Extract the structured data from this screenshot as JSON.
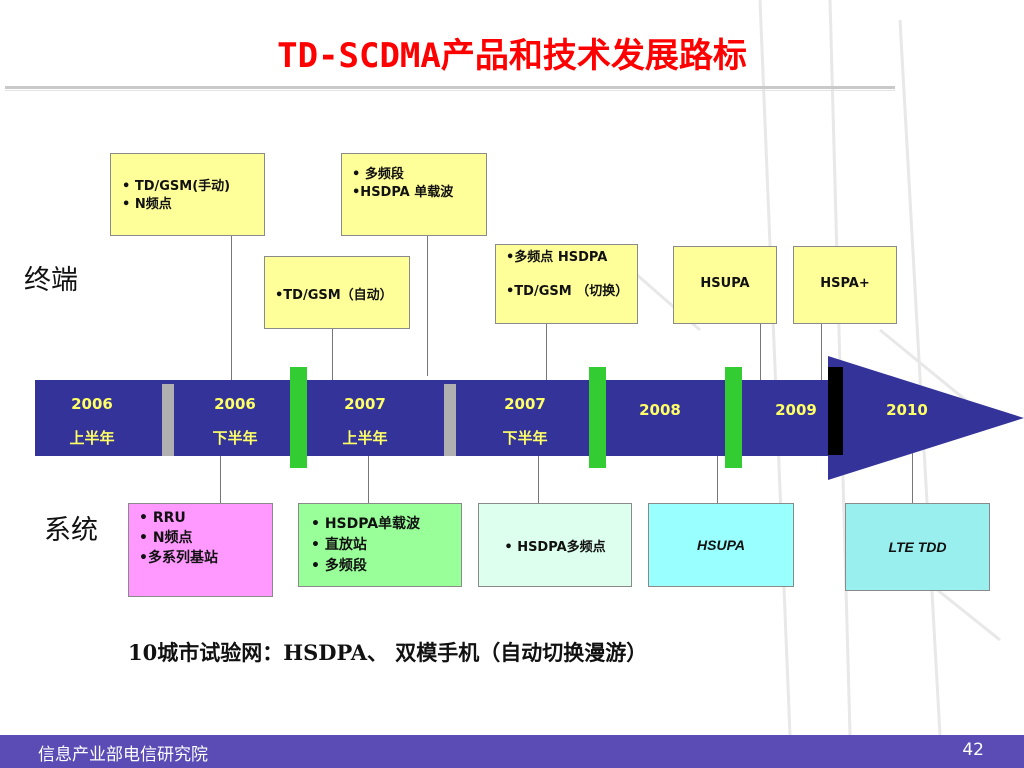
{
  "title": "TD-SCDMA产品和技术发展路标",
  "colors": {
    "title": "#ff0000",
    "bar": "#333399",
    "year_text": "#ffff66",
    "yellow_box": "#ffff99",
    "separator_gray": "#b0b0b0",
    "separator_green": "#33cc33",
    "separator_black": "#000000",
    "footer": "#5a4cb4"
  },
  "row_labels": {
    "terminal": "终端",
    "system": "系统"
  },
  "timeline": {
    "periods": [
      {
        "year": "2006",
        "half": "上半年"
      },
      {
        "year": "2006",
        "half": "下半年"
      },
      {
        "year": "2007",
        "half": "上半年"
      },
      {
        "year": "2007",
        "half": "下半年"
      },
      {
        "year": "2008",
        "half": ""
      },
      {
        "year": "2009",
        "half": ""
      },
      {
        "year": "2010",
        "half": ""
      }
    ]
  },
  "terminal_boxes": [
    {
      "items": [
        "• TD/GSM(手动)",
        "• N频点"
      ]
    },
    {
      "items": [
        "•TD/GSM（自动）"
      ]
    },
    {
      "items": [
        "• 多频段",
        "•HSDPA 单载波"
      ]
    },
    {
      "items": [
        "•多频点 HSDPA",
        "•TD/GSM （切换）"
      ]
    },
    {
      "items": [
        "HSUPA"
      ]
    },
    {
      "items": [
        "HSPA+"
      ]
    }
  ],
  "system_boxes": [
    {
      "items": [
        "• RRU",
        "• N频点",
        "•多系列基站"
      ],
      "color": "#ff99ff"
    },
    {
      "items": [
        "• HSDPA单载波",
        "•  直放站",
        "• 多频段"
      ],
      "color": "#99ff99"
    },
    {
      "items": [
        "• HSDPA多频点"
      ],
      "color": "#ddffee"
    },
    {
      "items": [
        "HSUPA"
      ],
      "color": "#99ffff"
    },
    {
      "items": [
        "LTE TDD"
      ],
      "color": "#99eeee"
    }
  ],
  "caption": "10城市试验网：HSDPA、 双模手机（自动切换漫游）",
  "footer": {
    "org": "信息产业部电信研究院",
    "page": "42"
  }
}
